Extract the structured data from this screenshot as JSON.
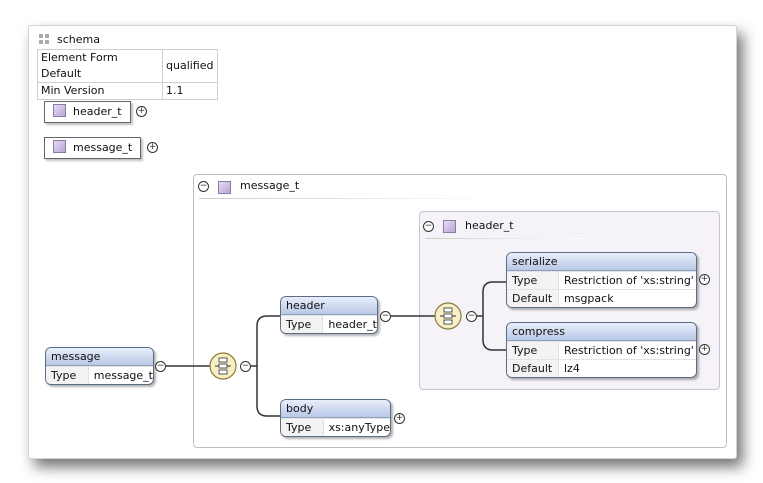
{
  "schema": {
    "title": "schema",
    "properties": [
      {
        "key": "Element Form Default",
        "value": "qualified"
      },
      {
        "key": "Min Version",
        "value": "1.1"
      }
    ]
  },
  "global_types": [
    "header_t",
    "message_t"
  ],
  "row_labels": {
    "type": "Type",
    "default": "Default"
  },
  "root_element": {
    "name": "message",
    "type": "message_t"
  },
  "message_panel": {
    "title": "message_t",
    "elements": {
      "header": {
        "name": "header",
        "type": "header_t"
      },
      "body": {
        "name": "body",
        "type": "xs:anyType"
      }
    }
  },
  "header_panel": {
    "title": "header_t",
    "elements": {
      "serialize": {
        "name": "serialize",
        "type": "Restriction of 'xs:string'",
        "default": "msgpack"
      },
      "compress": {
        "name": "compress",
        "type": "Restriction of 'xs:string'",
        "default": "lz4"
      }
    }
  }
}
